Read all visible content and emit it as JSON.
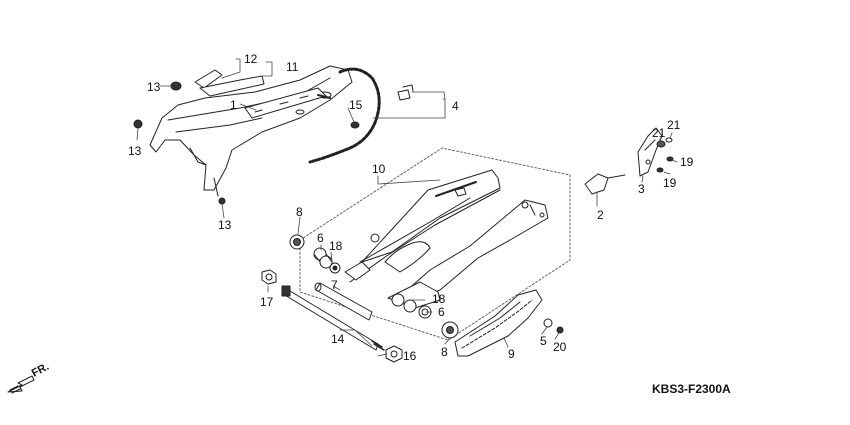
{
  "diagram_code": "KBS3-F2300A",
  "direction_label": "FR.",
  "callouts": [
    "1",
    "2",
    "3",
    "4",
    "6",
    "6",
    "7",
    "8",
    "8",
    "9",
    "10",
    "11",
    "12",
    "13",
    "13",
    "13",
    "14",
    "15",
    "16",
    "17",
    "18",
    "18",
    "19",
    "19",
    "20",
    "21",
    "21",
    "5"
  ]
}
